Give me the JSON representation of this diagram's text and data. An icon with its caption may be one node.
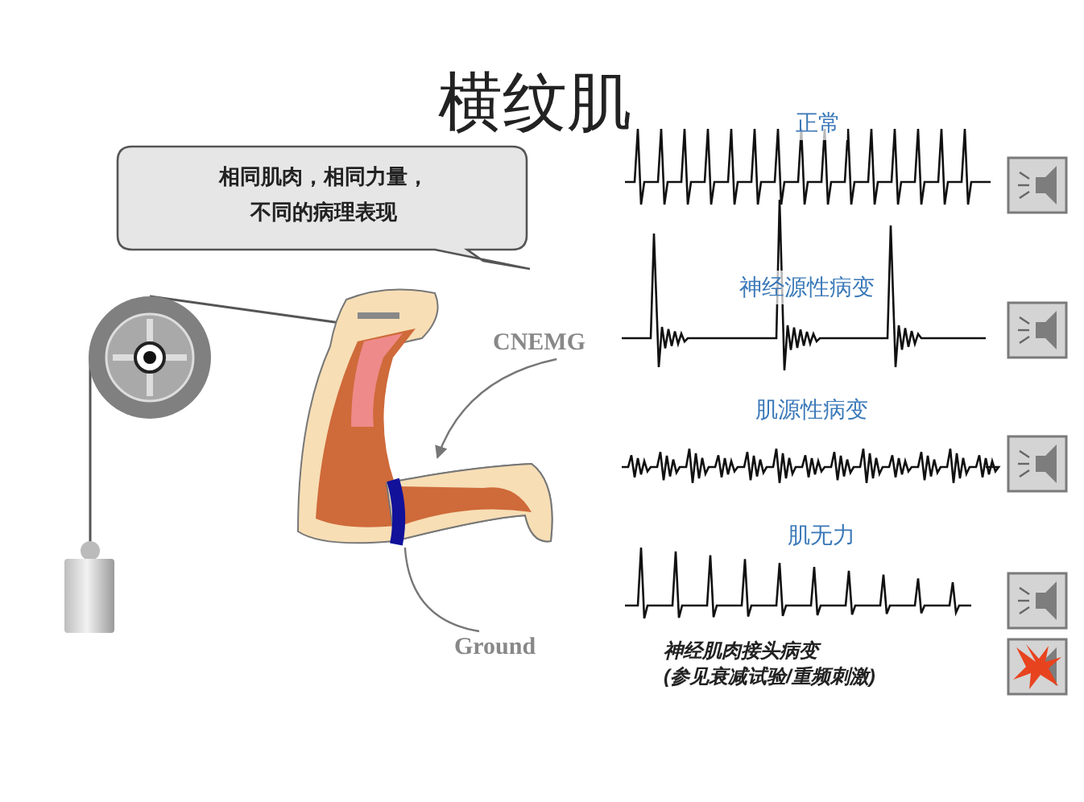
{
  "diagram": {
    "title": "横纹肌",
    "nodes": [
      {
        "text": [
          "相同肌肉，相同力量，不同的病理表现"
        ]
      },
      {
        "text": [
          "CNEMG"
        ]
      },
      {
        "text": [
          "Ground"
        ]
      },
      {
        "text": [],
        "shape": "picture"
      }
    ],
    "edges": [
      {
        "from": 1,
        "to": 3,
        "arrow": "to"
      },
      {
        "from": 2,
        "to": 3,
        "arrow": "none"
      }
    ],
    "labels": [
      "正常",
      "神经源性病变",
      "肌源性病变",
      "肌无力",
      "神经肌肉接头病变 (参见衰减试验/重频刺激)"
    ]
  }
}
